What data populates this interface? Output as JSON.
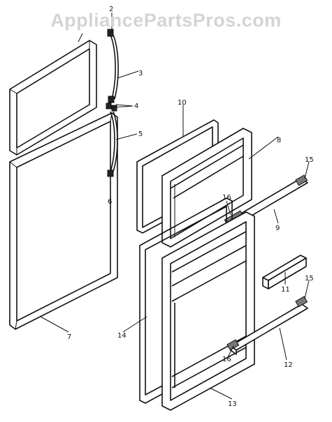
{
  "watermark": "AppliancePartsPros.com",
  "callouts": {
    "c2": "2",
    "c3": "3",
    "c4": "4",
    "c5": "5",
    "c6": "6",
    "c7": "7",
    "c8": "8",
    "c9": "9",
    "c10": "10",
    "c11": "11",
    "c12": "12",
    "c13": "13",
    "c14": "14",
    "c15a": "15",
    "c15b": "15",
    "c16a": "16",
    "c16b": "16"
  }
}
